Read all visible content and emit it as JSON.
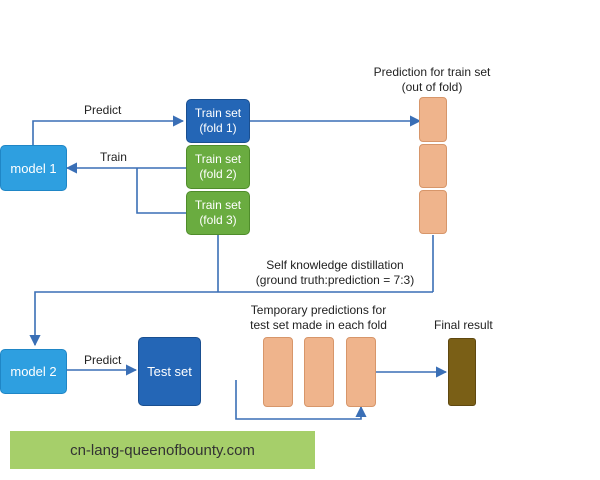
{
  "models": {
    "model1": "model 1",
    "model2": "model 2"
  },
  "folds": {
    "fold1": "Train set\n(fold 1)",
    "fold2": "Train set\n(fold 2)",
    "fold3": "Train set\n(fold 3)"
  },
  "test_set": "Test set",
  "labels": {
    "predict_top": "Predict",
    "train": "Train",
    "predict_bottom": "Predict",
    "train_pred_title": "Prediction for train set\n(out of fold)",
    "distill": "Self knowledge distillation\n(ground truth:prediction = 7:3)",
    "temp_preds": "Temporary predictions for\ntest set made in each fold",
    "final_result": "Final result"
  },
  "watermark": "cn-lang-queenofbounty.com",
  "colors": {
    "model": "#2e9fe0",
    "train_fold1": "#2466b6",
    "train_fold_green": "#6aac40",
    "test_set": "#2466b6",
    "prediction": "#efb48c",
    "final": "#7a5f16",
    "arrow": "#3a6fb6",
    "watermark_bg": "#a6cf6a"
  },
  "icons": {
    "arrow": "arrow-icon"
  }
}
